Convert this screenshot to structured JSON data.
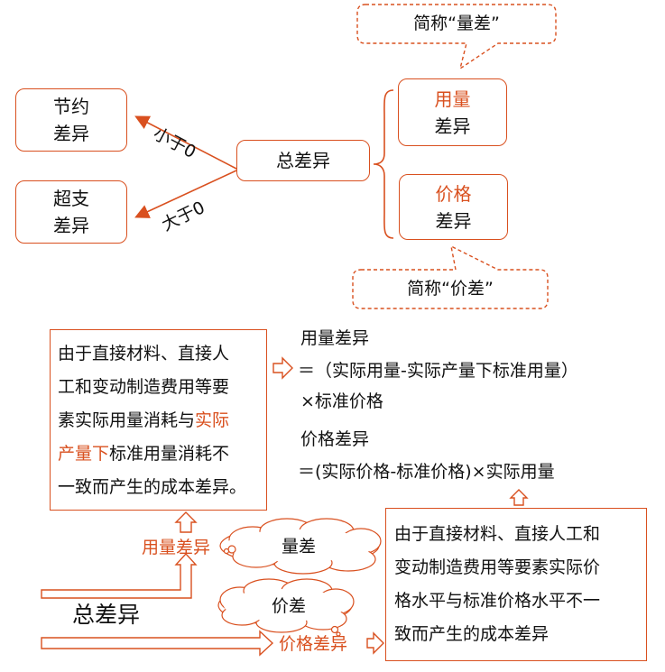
{
  "top": {
    "callout_quantity": "简称“量差”",
    "callout_price": "简称“价差”",
    "saving_box": [
      "节约",
      "差异"
    ],
    "overspend_box": [
      "超支",
      "差异"
    ],
    "total_box": "总差异",
    "quantity_box": {
      "line1": "用量",
      "line2": "差异"
    },
    "price_box": {
      "line1": "价格",
      "line2": "差异"
    },
    "arrow_less": "小于0",
    "arrow_greater": "大于0"
  },
  "bottom": {
    "quantity_def": [
      {
        "text": "由于直接材料、直接人"
      },
      {
        "text": "工和变动制造费用等要"
      },
      {
        "pre": "素实际用量消耗与",
        "hl": "实际"
      },
      {
        "hl": "产量下",
        "post": "标准用量消耗不"
      },
      {
        "text": "一致而产生的成本差异。"
      }
    ],
    "formula_qty_title": "用量差异",
    "formula_qty_line1": "＝（实际用量-实际产量下标准用量）",
    "formula_qty_line2": "×标准价格",
    "formula_price_title": "价格差异",
    "formula_price_line": "＝(实际价格-标准价格)×实际用量",
    "qty_label": "用量差异",
    "qty_cloud": "量差",
    "price_cloud": "价差",
    "price_label": "价格差异",
    "total_label": "总差异",
    "price_def": [
      "由于直接材料、直接人工和",
      "变动制造费用等要素实际价",
      "格水平与标准价格水平不一",
      "致而产生的成本差异"
    ]
  },
  "colors": {
    "accent": "#d9501f",
    "text": "#111111"
  }
}
